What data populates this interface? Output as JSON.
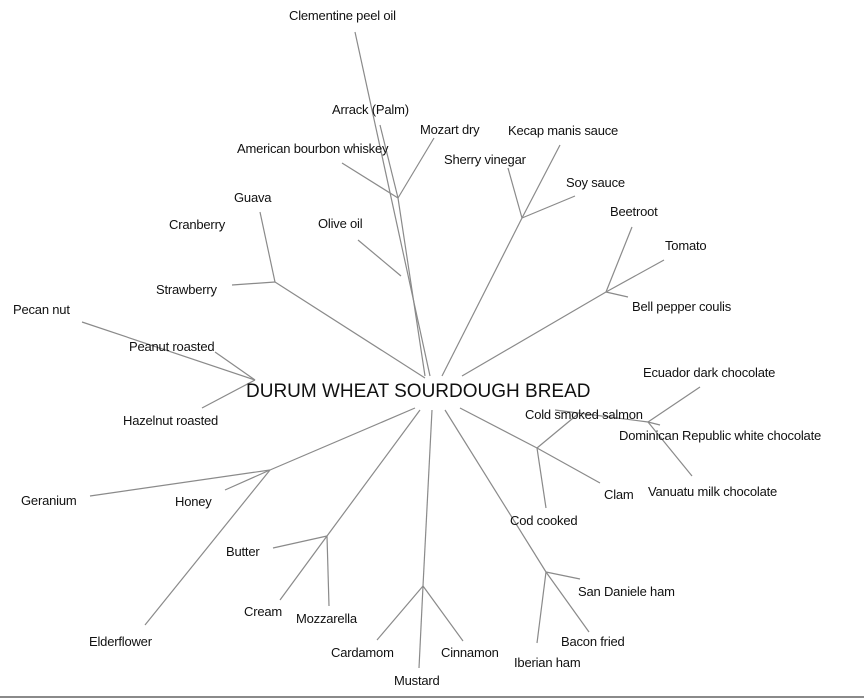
{
  "root": "DURUM WHEAT SOURDOUGH BREAD",
  "leaves": {
    "clementine": "Clementine peel oil",
    "arrack": "Arrack (Palm)",
    "mozart": "Mozart dry",
    "bourbon": "American bourbon whiskey",
    "olive": "Olive oil",
    "sherry": "Sherry vinegar",
    "kecap": "Kecap manis sauce",
    "soy": "Soy sauce",
    "guava": "Guava",
    "cranberry": "Cranberry",
    "strawberry": "Strawberry",
    "beetroot": "Beetroot",
    "tomato": "Tomato",
    "bellpepper": "Bell pepper coulis",
    "pecan": "Pecan nut",
    "peanut": "Peanut roasted",
    "hazelnut": "Hazelnut roasted",
    "ecuador": "Ecuador dark chocolate",
    "salmon": "Cold smoked salmon",
    "dominican": "Dominican Republic white chocolate",
    "vanuatu": "Vanuatu milk chocolate",
    "clam": "Clam",
    "cod": "Cod cooked",
    "geranium": "Geranium",
    "honey": "Honey",
    "elderflower": "Elderflower",
    "butter": "Butter",
    "cream": "Cream",
    "mozzarella": "Mozzarella",
    "cardamom": "Cardamom",
    "mustard": "Mustard",
    "cinnamon": "Cinnamon",
    "sandaniele": "San Daniele ham",
    "bacon": "Bacon fried",
    "iberian": "Iberian ham"
  }
}
